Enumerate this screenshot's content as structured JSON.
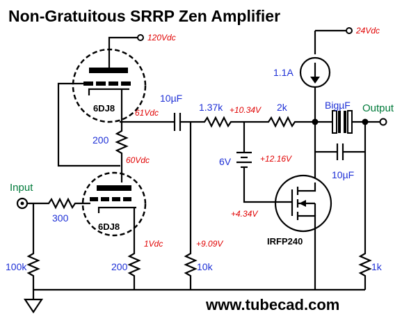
{
  "title": "Non-Gratuitous SRRP Zen Amplifier",
  "website": "www.tubecad.com",
  "tubes": {
    "upper": "6DJ8",
    "lower": "6DJ8"
  },
  "mosfet": "IRFP240",
  "labels": {
    "input": "Input",
    "output": "Output",
    "r_grid": "300",
    "r_input": "100k",
    "r_mid": "200",
    "r_cathode": "200",
    "c_coupling": "10µF",
    "r_series": "1.37k",
    "r_gate_feed": "2k",
    "battery": "6V",
    "ccs": "1.1A",
    "c_output": "BigµF",
    "c_bypass": "10µF",
    "r_gate_ground": "10k",
    "r_output": "1k"
  },
  "voltages": {
    "b_plus_tube": "120Vdc",
    "b_plus_mosfet": "24Vdc",
    "v_61": "61Vdc",
    "v_60": "60Vdc",
    "v_1": "1Vdc",
    "v_1034": "+10.34V",
    "v_1216": "+12.16V",
    "v_434": "+4.34V",
    "v_909": "+9.09V"
  }
}
